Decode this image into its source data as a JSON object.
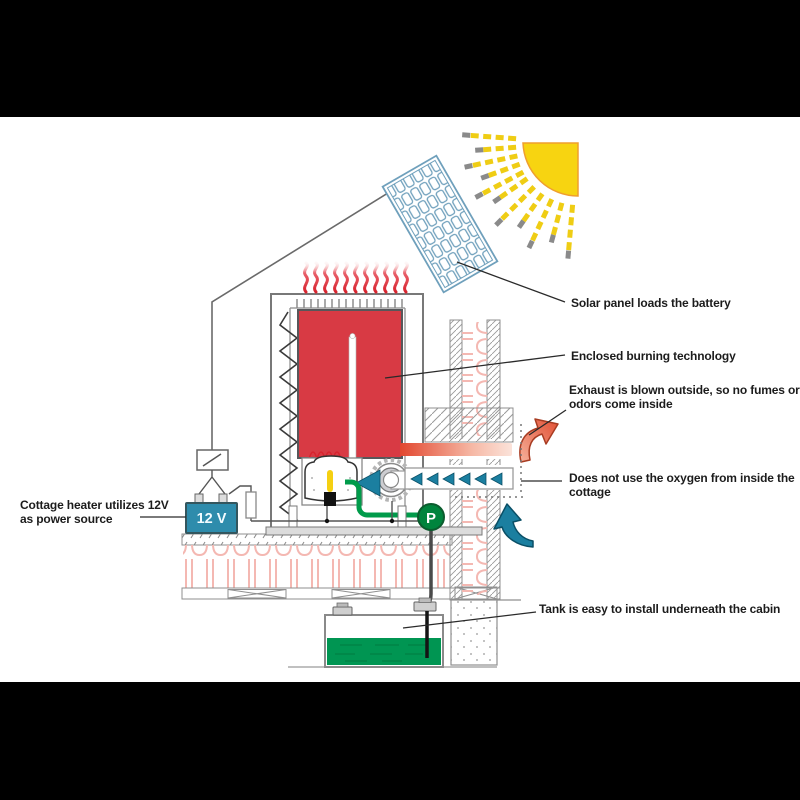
{
  "labels": {
    "solar": "Solar panel loads the battery",
    "burning": "Enclosed burning technology",
    "exhaust": "Exhaust is blown outside, so no fumes or odors come inside",
    "oxygen": "Does not use the oxygen from inside the cottage",
    "power": "Cottage heater utilizes 12V as power source",
    "tank": "Tank is easy to install underneath the cabin"
  },
  "components": {
    "battery_label": "12 V",
    "pump_label": "P"
  },
  "colors": {
    "letterbox": "#000000",
    "text_dark": "#1c1c1c",
    "heater_red": "#d83a44",
    "heater_border": "#57575a",
    "sun_yellow": "#f7d411",
    "sun_outline": "#ef9f2e",
    "ray_yellow": "#efcd14",
    "panel_blue": "#6fa0bc",
    "battery_teal": "#2e8cac",
    "pump_green": "#00843d",
    "pipe_green": "#009b4a",
    "tank_green": "#009552",
    "insulation_pink": "#f4b8b2",
    "arrow_blue": "#1b7fa0",
    "arrow_blue_dark": "#0a4f66",
    "arrow_red": "#e25034",
    "arrow_red_dark": "#a83c22",
    "flame_yellow": "#f5d012",
    "flame_red": "#d8232e"
  }
}
